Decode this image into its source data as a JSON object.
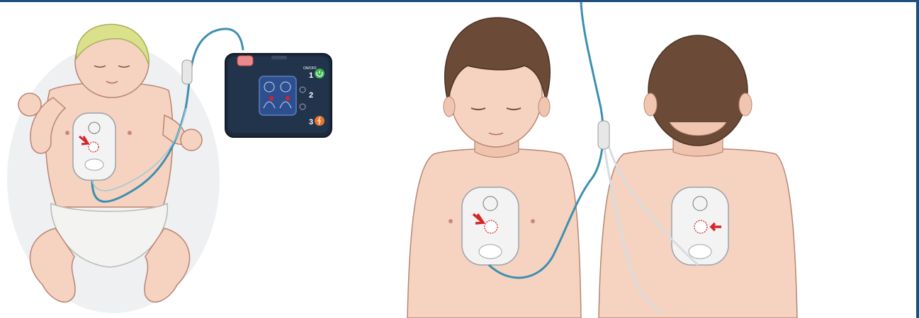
{
  "aed": {
    "brand_text": "ON/OFF",
    "step1": "1",
    "step2": "2",
    "step3": "3"
  },
  "colors": {
    "frame_border": "#1f4e79",
    "skin": "#f6d3c0",
    "skin_shadow": "#e7b29c",
    "hair_blond": "#dbe08a",
    "hair_brown": "#6b4a37",
    "cable": "#3d8fb0",
    "pad_fill": "#f3f3f3",
    "arrow_red": "#d6242a",
    "aed_body": "#1c2a3e",
    "aed_screen": "#2e4f8f",
    "on_button": "#3bb54a",
    "shock_button": "#e8762d"
  },
  "icons": [
    "on-off-button-icon",
    "info-button-icon",
    "shock-button-icon",
    "pad-arrow-icon"
  ]
}
